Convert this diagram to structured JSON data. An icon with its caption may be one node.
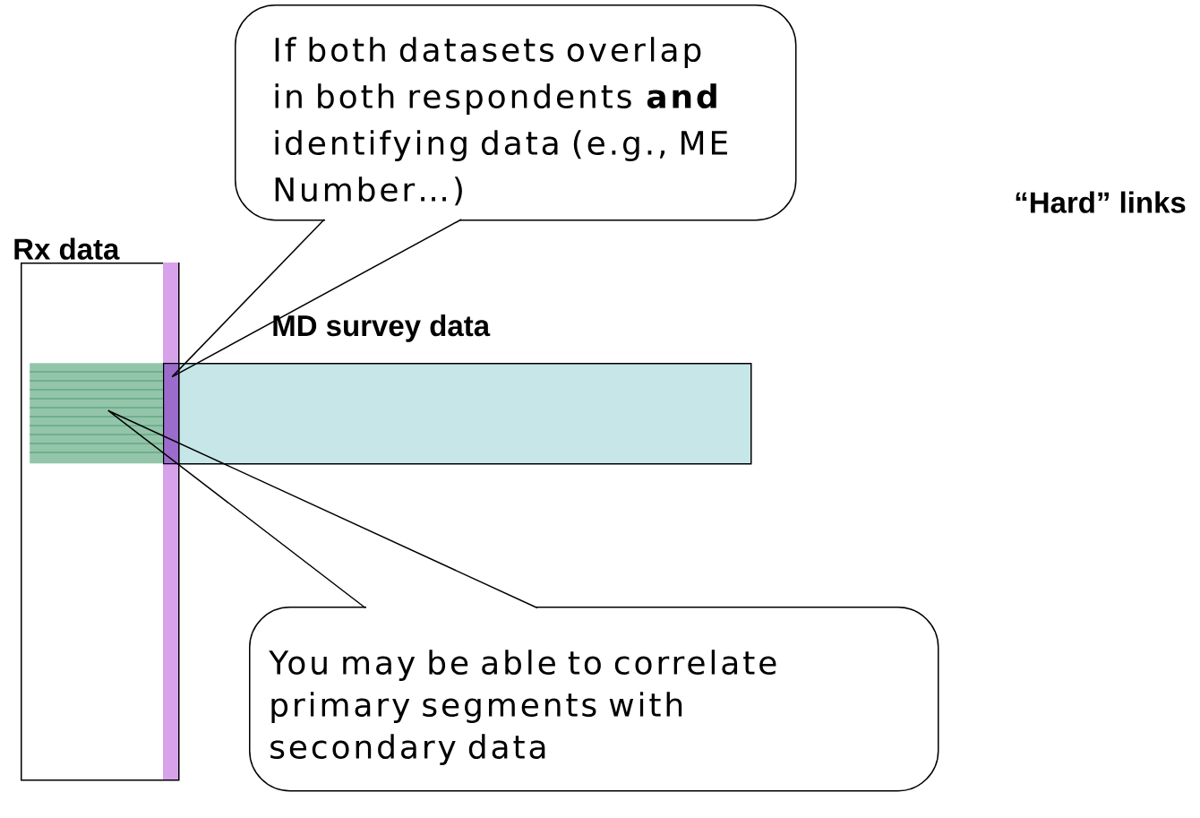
{
  "diagram": {
    "nodes": [
      {
        "text": [
          "If both datasets overlap in both respondents **and** identifying data (e.g., ME Number…)"
        ]
      },
      {
        "text": [
          "Rx data"
        ]
      },
      {
        "text": [
          "MD survey data"
        ]
      },
      {
        "text": [],
        "shape": "box",
        "in": 1
      },
      {
        "text": [],
        "shape": "box",
        "in": 1
      },
      {
        "text": [
          "You may be able to correlate primary segments with secondary data"
        ]
      }
    ],
    "edges": [
      {
        "from": 0,
        "to": 4,
        "arrow": "none"
      },
      {
        "from": 5,
        "to": 3,
        "arrow": "none"
      }
    ],
    "labels": [
      "“Hard” links"
    ]
  }
}
